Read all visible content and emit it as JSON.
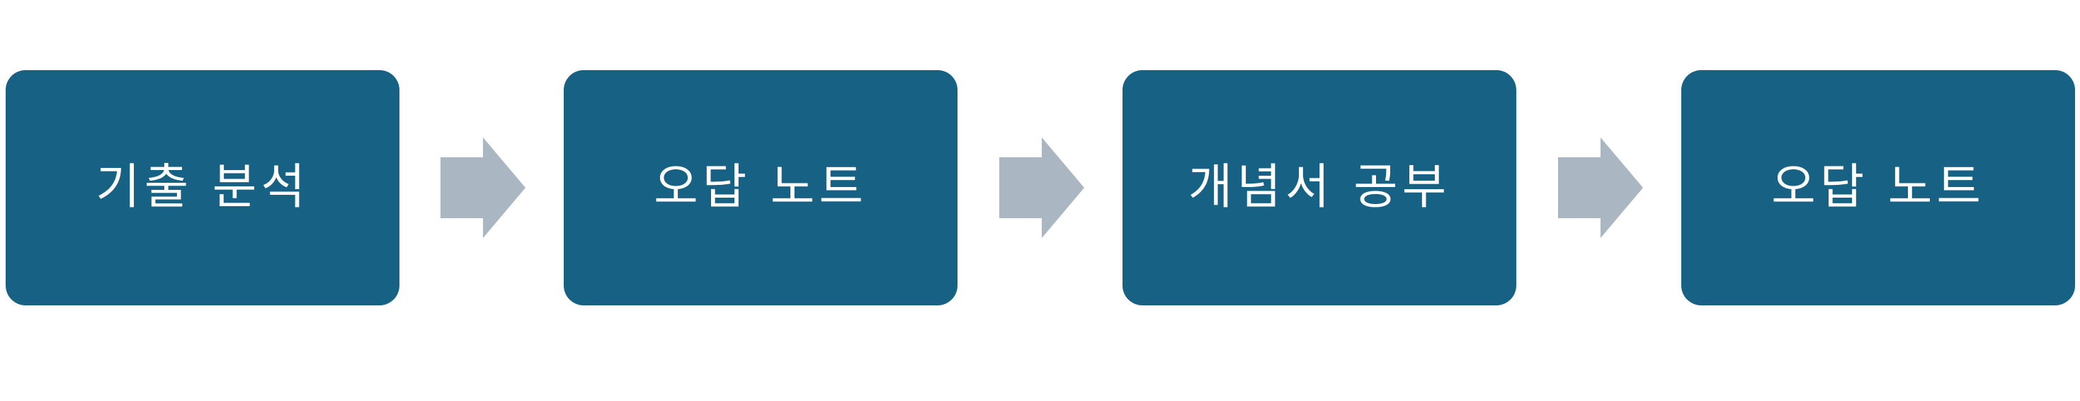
{
  "colors": {
    "box": "#176185",
    "arrow": "#aab6c1",
    "label": "#ffffff"
  },
  "steps": [
    {
      "label": "기출 분석"
    },
    {
      "label": "오답 노트"
    },
    {
      "label": "개념서 공부"
    },
    {
      "label": "오답 노트"
    }
  ],
  "connectors": [
    {
      "icon": "right-arrow-icon"
    },
    {
      "icon": "right-arrow-icon"
    },
    {
      "icon": "right-arrow-icon"
    }
  ]
}
